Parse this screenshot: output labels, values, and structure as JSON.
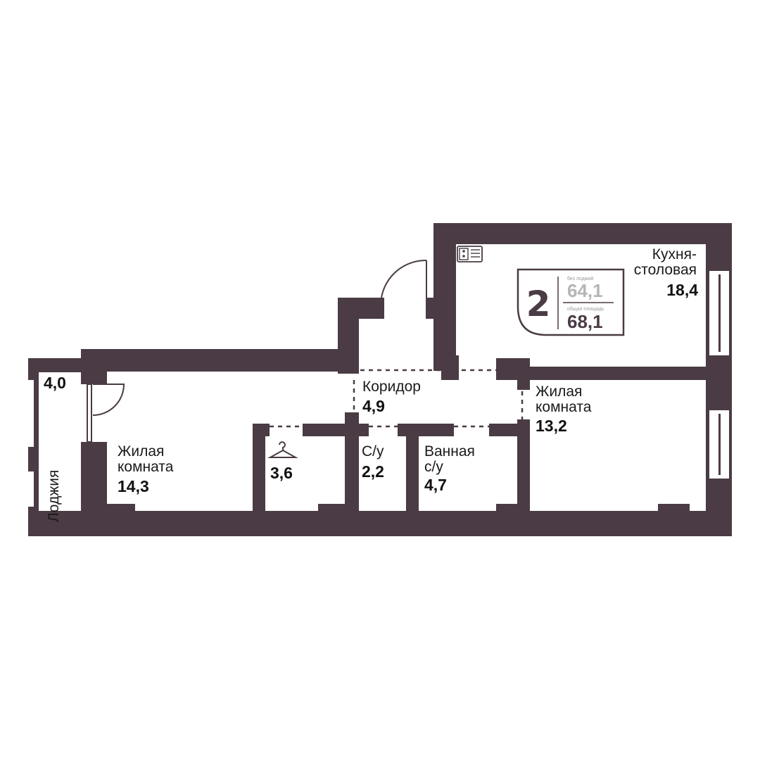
{
  "rooms": {
    "kitchen": {
      "name_line1": "Кухня-",
      "name_line2": "столовая",
      "area": "18,4"
    },
    "bedroom_right": {
      "name_line1": "Жилая",
      "name_line2": "комната",
      "area": "13,2"
    },
    "living_left": {
      "name_line1": "Жилая",
      "name_line2": "комната",
      "area": "14,3"
    },
    "corridor": {
      "name": "Коридор",
      "area": "4,9"
    },
    "wardrobe": {
      "area": "3,6",
      "icon": "hanger-icon"
    },
    "toilet": {
      "name": "С/у",
      "area": "2,2"
    },
    "bathroom": {
      "name_line1": "Ванная",
      "name_line2": "с/у",
      "area": "4,7"
    },
    "loggia": {
      "name": "Лоджия",
      "area": "4,0"
    }
  },
  "badge": {
    "rooms_count": "2",
    "label_without_loggia": "без лоджий",
    "area_without_loggia": "64,1",
    "label_total": "общая площадь",
    "area_total": "68,1"
  },
  "colors": {
    "wall": "#4a3b44",
    "muted": "#b5b5b5"
  },
  "icons": [
    "hanger-icon",
    "stove-icon"
  ]
}
